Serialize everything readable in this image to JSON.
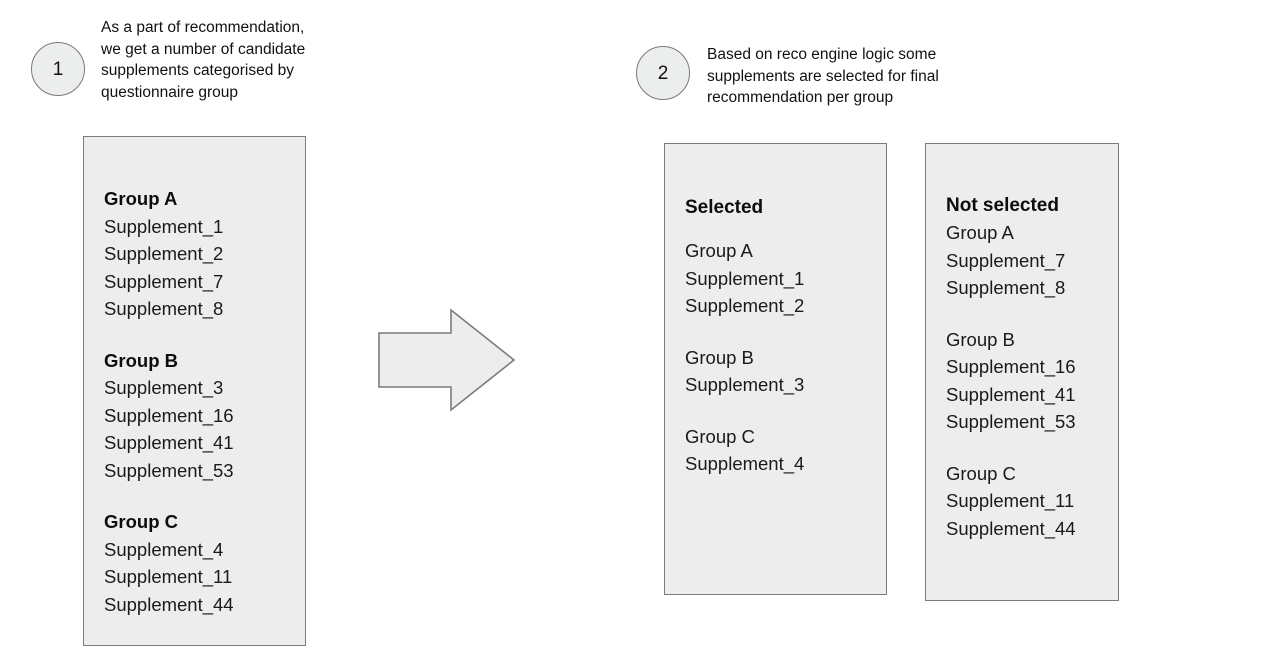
{
  "steps": [
    {
      "number": "1",
      "caption": "As a part of recommendation,\nwe get a number of candidate\nsupplements categorised by\nquestionnaire group"
    },
    {
      "number": "2",
      "caption": "Based on reco engine logic some\nsupplements are selected for final\nrecommendation per group"
    }
  ],
  "panels": {
    "candidates": {
      "groups": [
        {
          "heading": "Group A",
          "items": [
            "Supplement_1",
            "Supplement_2",
            "Supplement_7",
            "Supplement_8"
          ]
        },
        {
          "heading": "Group B",
          "items": [
            "Supplement_3",
            "Supplement_16",
            "Supplement_41",
            "Supplement_53"
          ]
        },
        {
          "heading": "Group C",
          "items": [
            "Supplement_4",
            "Supplement_11",
            "Supplement_44"
          ]
        }
      ]
    },
    "selected": {
      "title": "Selected",
      "groups": [
        {
          "heading": "Group A",
          "items": [
            "Supplement_1",
            "Supplement_2"
          ]
        },
        {
          "heading": "Group B",
          "items": [
            "Supplement_3"
          ]
        },
        {
          "heading": "Group C",
          "items": [
            "Supplement_4"
          ]
        }
      ]
    },
    "rejected": {
      "title": "Not selected",
      "groups": [
        {
          "heading": "Group A",
          "items": [
            "Supplement_7",
            "Supplement_8"
          ]
        },
        {
          "heading": "Group B",
          "items": [
            "Supplement_16",
            "Supplement_41",
            "Supplement_53"
          ]
        },
        {
          "heading": "Group C",
          "items": [
            "Supplement_11",
            "Supplement_44"
          ]
        }
      ]
    }
  },
  "arrow": {
    "direction": "right",
    "fill": "#ededed",
    "stroke": "#7b7b7b"
  },
  "colors": {
    "panel_fill": "#ededed",
    "panel_border": "#7b7b7b",
    "badge_fill": "#eceded",
    "badge_border": "#7a7a7a",
    "text": "#1a1a1a",
    "background": "#ffffff"
  }
}
